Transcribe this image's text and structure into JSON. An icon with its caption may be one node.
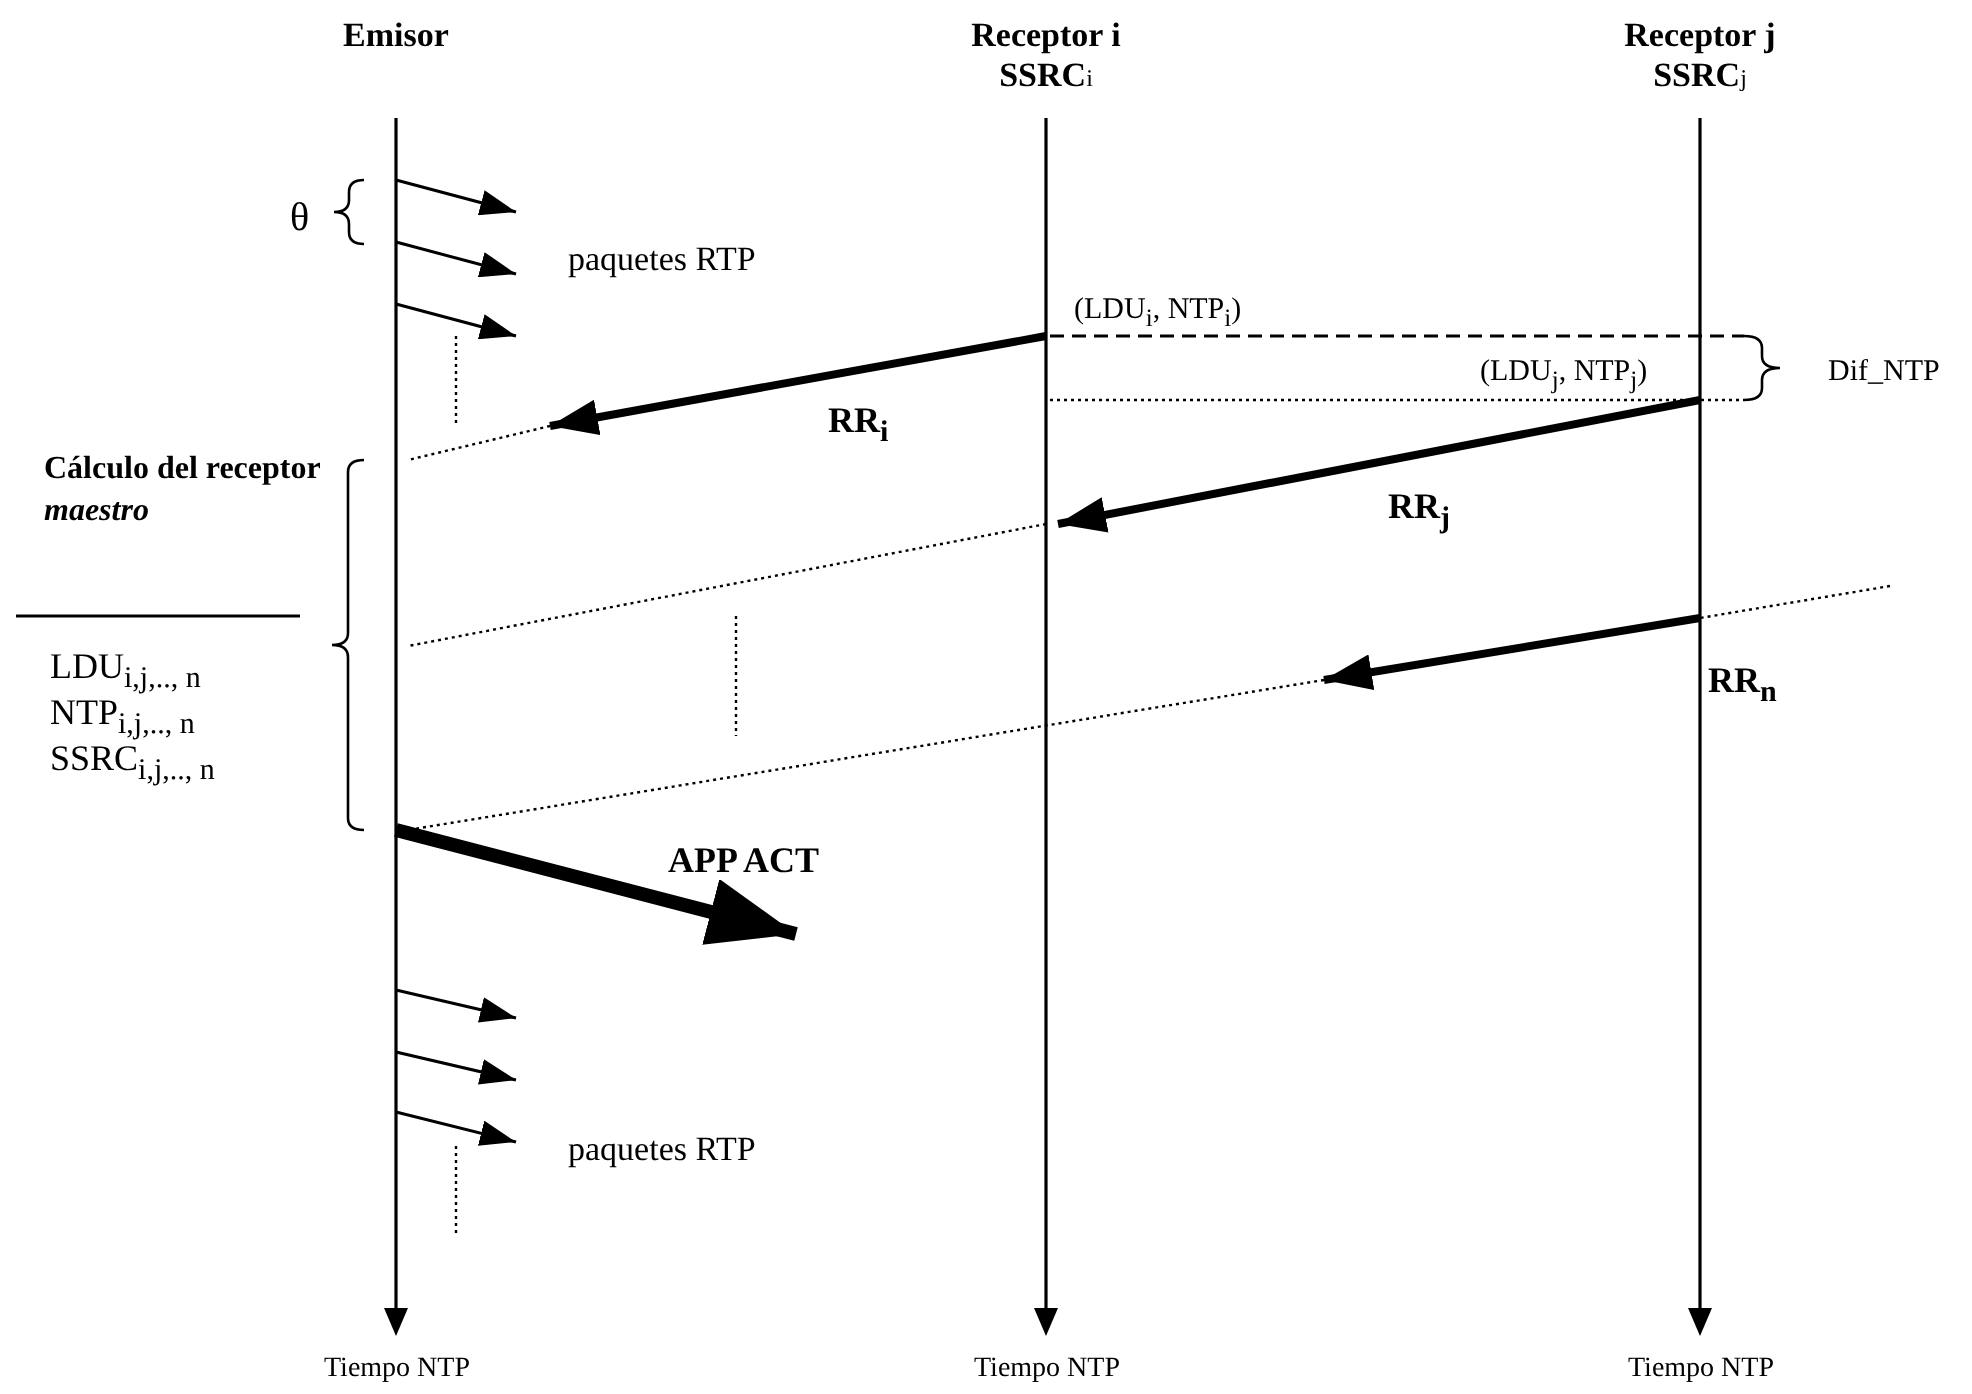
{
  "diagram": {
    "nodes": [
      {
        "text": [
          "Emisor"
        ]
      },
      {
        "text": [
          "Receptor i SSRC$_{i}$"
        ]
      },
      {
        "text": [
          "Receptor j SSRC$_{j}$"
        ]
      },
      {
        "text": [],
        "shape": "bar",
        "beside": [
          "Tiempo NTP"
        ]
      },
      {
        "text": [],
        "shape": "bar",
        "beside": [
          "Tiempo NTP"
        ]
      },
      {
        "text": [],
        "shape": "bar",
        "beside": [
          "Tiempo NTP"
        ]
      }
    ],
    "edges": [
      {
        "from": 3,
        "to": null,
        "arrow": "to"
      },
      {
        "from": 3,
        "to": null,
        "arrow": "to"
      },
      {
        "from": 3,
        "to": null,
        "arrow": "to"
      },
      {
        "from": 4,
        "to": null,
        "arrow": "to",
        "label": "RR$_{i}$",
        "style": "thick"
      },
      {
        "from": 5,
        "to": 4,
        "arrow": "to",
        "label": "RR$_{j}$",
        "style": "thick"
      },
      {
        "from": 5,
        "to": null,
        "arrow": "to",
        "label": "RR$_{n}$",
        "style": "thick"
      },
      {
        "from": 3,
        "to": null,
        "arrow": "to",
        "label": "APP ACT",
        "style": "thick"
      },
      {
        "from": 3,
        "to": null,
        "arrow": "to"
      },
      {
        "from": 3,
        "to": null,
        "arrow": "to"
      },
      {
        "from": 3,
        "to": null,
        "arrow": "to"
      },
      {
        "from": null,
        "to": 3,
        "arrow": "none",
        "style": "dashed"
      },
      {
        "from": 4,
        "to": 3,
        "arrow": "none",
        "style": "dashed"
      },
      {
        "from": null,
        "to": 3,
        "arrow": "none",
        "style": "dashed"
      }
    ],
    "labels": [
      "θ",
      "paquetes RTP",
      "(LDU$_{i}$, NTP$_{i}$)",
      "(LDU$_{j}$, NTP$_{j}$)",
      "Dif_NTP",
      "Cálculo del receptor *maestro*",
      "LDU$_{i,j,.., n}$",
      "NTP$_{i,j,.., n}$",
      "SSRC$_{i,j,.., n}$",
      "paquetes RTP"
    ]
  }
}
